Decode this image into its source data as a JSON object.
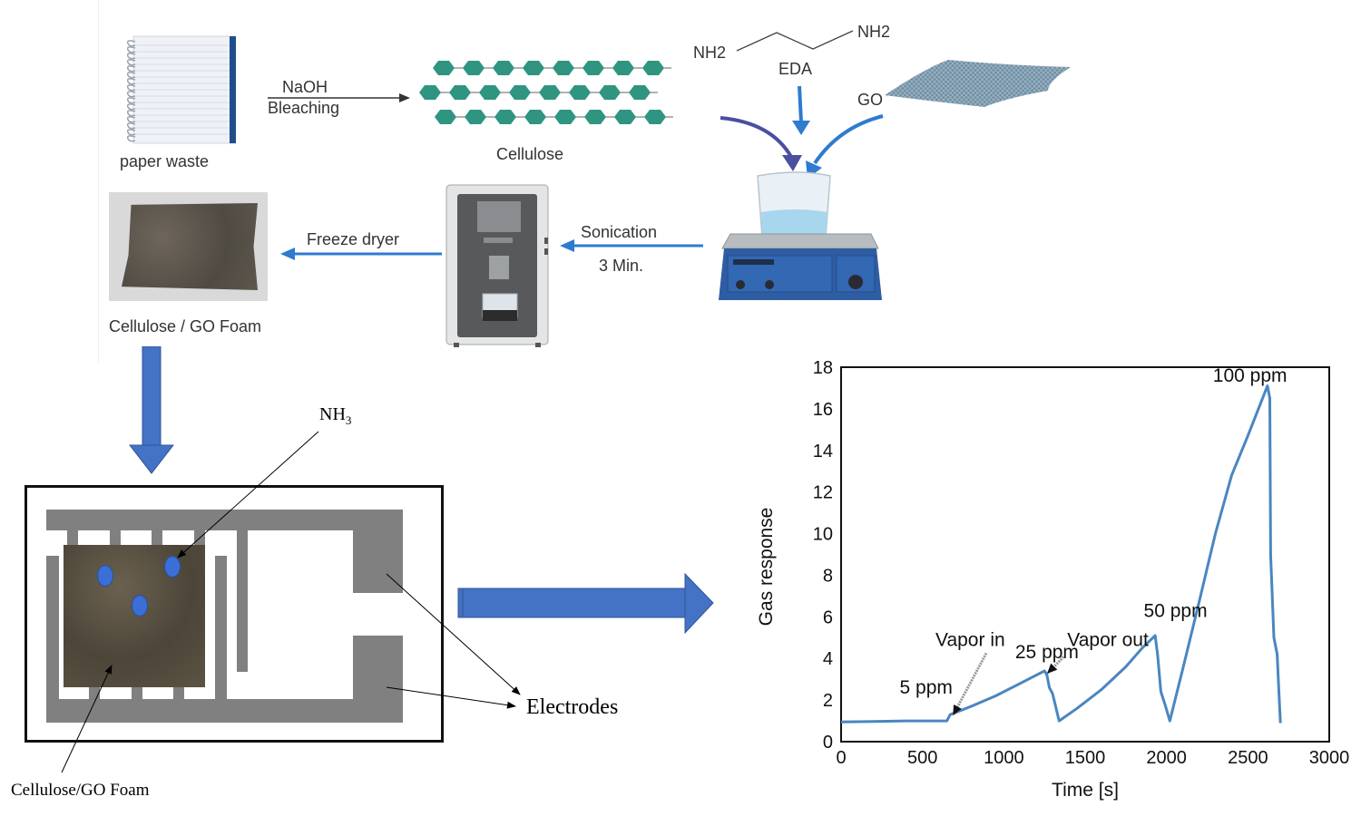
{
  "scheme": {
    "paper_waste_label": "paper waste",
    "naoh_label": "NaOH",
    "bleaching_label": "Bleaching",
    "cellulose_label": "Cellulose",
    "nh2_left": "NH2",
    "nh2_right": "NH2",
    "eda_label": "EDA",
    "go_label": "GO",
    "sonication_label": "Sonication",
    "sonication_time": "3 Min.",
    "freeze_dryer_label": "Freeze dryer",
    "foam_label": "Cellulose / GO Foam"
  },
  "sensor": {
    "nh3_label": "NH",
    "nh3_subscript": "3",
    "electrodes_label": "Electrodes",
    "foam_label": "Cellulose/GO Foam"
  },
  "colors": {
    "flow_arrow": "#4472c4",
    "process_arrow": "#2e7bcf",
    "cellulose_hex": "#2f9580",
    "electrode": "#808080",
    "curve": "#4a86c0",
    "nh3_dot": "#3b6fd6"
  },
  "chart_data": {
    "type": "line",
    "title": "",
    "xlabel": "Time [s]",
    "ylabel": "Gas response",
    "xlim": [
      0,
      3000
    ],
    "ylim": [
      0,
      18
    ],
    "xticks": [
      0,
      500,
      1000,
      1500,
      2000,
      2500,
      3000
    ],
    "yticks": [
      0,
      2,
      4,
      6,
      8,
      10,
      12,
      14,
      16,
      18
    ],
    "grid": false,
    "series": [
      {
        "name": "Gas response",
        "x": [
          0,
          200,
          400,
          650,
          670,
          800,
          950,
          1100,
          1250,
          1265,
          1280,
          1300,
          1340,
          1450,
          1600,
          1750,
          1850,
          1930,
          1945,
          1965,
          1990,
          2020,
          2100,
          2200,
          2300,
          2400,
          2500,
          2620,
          2635,
          2640,
          2660,
          2680,
          2690,
          2700
        ],
        "y": [
          0.95,
          0.97,
          1.0,
          1.0,
          1.3,
          1.7,
          2.2,
          2.8,
          3.4,
          3.2,
          2.6,
          2.3,
          1.0,
          1.6,
          2.5,
          3.6,
          4.5,
          5.1,
          4.2,
          2.4,
          1.8,
          1.0,
          3.5,
          6.7,
          10.0,
          12.8,
          14.7,
          17.1,
          16.5,
          9.0,
          5.0,
          4.2,
          2.5,
          0.9
        ]
      }
    ],
    "annotations": [
      {
        "text": "5 ppm",
        "x": 360,
        "y": 2.3
      },
      {
        "text": "Vapor in",
        "x": 580,
        "y": 4.6,
        "arrow_to": [
          690,
          1.3
        ]
      },
      {
        "text": "25 ppm",
        "x": 1070,
        "y": 4.0
      },
      {
        "text": "Vapor out",
        "x": 1390,
        "y": 4.6,
        "arrow_to": [
          1270,
          3.3
        ]
      },
      {
        "text": "50 ppm",
        "x": 1860,
        "y": 6.0
      },
      {
        "text": "100 ppm",
        "x": 2285,
        "y": 17.3
      }
    ]
  }
}
